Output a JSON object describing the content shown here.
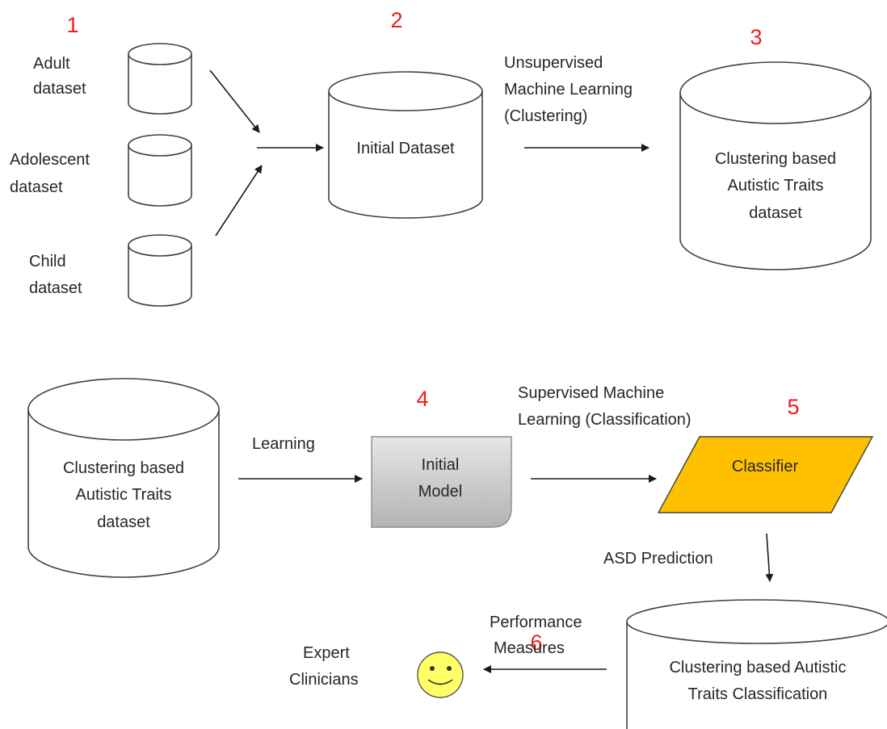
{
  "steps": [
    "1",
    "2",
    "3",
    "4",
    "5",
    "6"
  ],
  "sources": {
    "adult": [
      "Adult",
      "dataset"
    ],
    "adolescent": [
      "Adolescent",
      "dataset"
    ],
    "child": [
      "Child",
      "dataset"
    ]
  },
  "initial_dataset": "Initial Dataset",
  "unsupervised": [
    "Unsupervised",
    "Machine Learning",
    "(Clustering)"
  ],
  "cluster_dataset_top": [
    "Clustering based",
    "Autistic Traits",
    "dataset"
  ],
  "cluster_dataset_left": [
    "Clustering based",
    "Autistic Traits",
    "dataset"
  ],
  "learning": "Learning",
  "initial_model": [
    "Initial",
    "Model"
  ],
  "supervised": [
    "Supervised Machine",
    "Learning (Classification)"
  ],
  "classifier": "Classifier",
  "asd_prediction": "ASD Prediction",
  "classification_db": [
    "Clustering based Autistic",
    "Traits Classification"
  ],
  "performance": [
    "Performance",
    "Measures"
  ],
  "experts": [
    "Expert",
    "Clinicians"
  ],
  "colors": {
    "step_number": "#ee1c1c",
    "classifier_fill": "#ffc000",
    "smiley_fill": "#ffff66",
    "model_fill": "#cccccc",
    "text": "#262626",
    "stroke": "#404040"
  },
  "icons": {
    "experts": "smiley-face-icon"
  }
}
